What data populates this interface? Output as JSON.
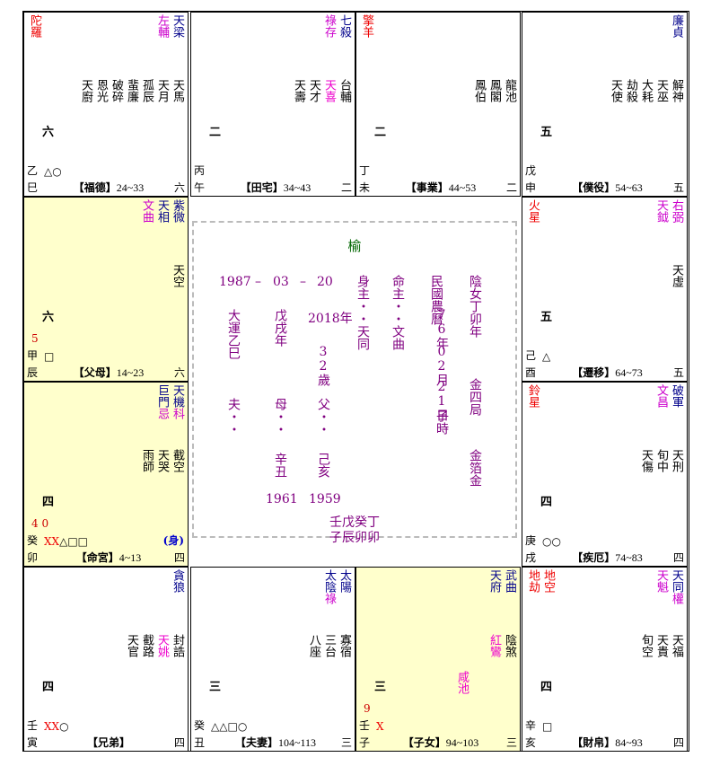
{
  "palaces": {
    "si": {
      "branch": "巳",
      "stem": "乙",
      "name": "【福德】",
      "range": "24~33",
      "count": "六",
      "numcn": "六",
      "symbols": "△○",
      "majors": [
        {
          "t": "天梁",
          "c": "#00008b"
        },
        {
          "t": "左輔",
          "c": "#c0c"
        }
      ],
      "left": [
        {
          "t": "陀羅",
          "c": "#e00"
        }
      ],
      "minors": [
        "天馬",
        "天月",
        "孤辰",
        "蜚廉",
        "破碎",
        "恩光",
        "天廚"
      ]
    },
    "wu": {
      "branch": "午",
      "stem": "丙",
      "name": "【田宅】",
      "range": "34~43",
      "count": "二",
      "numcn": "二",
      "symbols": "",
      "majors": [
        {
          "t": "七殺",
          "c": "#00008b"
        },
        {
          "t": "祿存",
          "c": "#c0c"
        }
      ],
      "left": [],
      "minors": [
        {
          "t": "台輔",
          "c": "#000"
        },
        {
          "t": "天喜",
          "c": "#e0c"
        },
        {
          "t": "天才",
          "c": "#000"
        },
        {
          "t": "天壽",
          "c": "#000"
        }
      ]
    },
    "wei": {
      "branch": "未",
      "stem": "丁",
      "name": "【事業】",
      "range": "44~53",
      "count": "二",
      "numcn": "二",
      "symbols": "",
      "majors": [],
      "left": [
        {
          "t": "擎羊",
          "c": "#e00"
        }
      ],
      "minors": [
        "龍池",
        "鳳閣",
        "鳳伯"
      ]
    },
    "shen": {
      "branch": "申",
      "stem": "戊",
      "name": "【僕役】",
      "range": "54~63",
      "count": "五",
      "numcn": "五",
      "symbols": "",
      "majors": [
        {
          "t": "廉貞",
          "c": "#00008b"
        }
      ],
      "left": [],
      "minors": [
        "解神",
        "天巫",
        "大耗",
        "劫殺",
        "天使"
      ]
    },
    "chen": {
      "branch": "辰",
      "stem": "甲",
      "name": "【父母】",
      "range": "14~23",
      "count": "六",
      "numcn": "六",
      "symbols": "□",
      "yearnum": "5",
      "majors": [
        {
          "t": "紫微",
          "c": "#00008b"
        },
        {
          "t": "天相",
          "c": "#00008b"
        },
        {
          "t": "文曲",
          "c": "#c0c"
        }
      ],
      "left": [],
      "minors": [
        "天空"
      ]
    },
    "you": {
      "branch": "酉",
      "stem": "己",
      "name": "【遷移】",
      "range": "64~73",
      "count": "五",
      "numcn": "五",
      "symbols": "△",
      "majors": [
        {
          "t": "右弼",
          "c": "#c0c"
        },
        {
          "t": "天鉞",
          "c": "#c0c"
        }
      ],
      "left": [
        {
          "t": "火星",
          "c": "#e00"
        }
      ],
      "minors": [
        "天虛"
      ]
    },
    "mao": {
      "branch": "卯",
      "stem": "癸",
      "name": "【命宮】",
      "range": "4~13",
      "count": "四",
      "numcn": "四",
      "symbols": "XX△□□",
      "yearnum": "4 0",
      "bodytag": "(身)",
      "majors": [
        {
          "t": "天機",
          "c": "#00008b",
          "sub": "科"
        },
        {
          "t": "巨門",
          "c": "#00008b",
          "sub": "忌"
        }
      ],
      "left": [],
      "minors": [
        "截空",
        "天哭",
        "雨師"
      ]
    },
    "xu": {
      "branch": "戌",
      "stem": "庚",
      "name": "【疾厄】",
      "range": "74~83",
      "count": "四",
      "numcn": "四",
      "symbols": "○○",
      "majors": [
        {
          "t": "破軍",
          "c": "#00008b"
        },
        {
          "t": "文昌",
          "c": "#c0c"
        }
      ],
      "left": [
        {
          "t": "鈴星",
          "c": "#e00"
        }
      ],
      "minors": [
        "天刑",
        "旬中",
        "天傷"
      ]
    },
    "yin": {
      "branch": "寅",
      "stem": "壬",
      "name": "【兄弟】",
      "range": "",
      "count": "四",
      "numcn": "四",
      "symbols": "XX○",
      "majors": [
        {
          "t": "貪狼",
          "c": "#00008b"
        }
      ],
      "left": [],
      "minors": [
        {
          "t": "封誥",
          "c": "#000"
        },
        {
          "t": "天姚",
          "c": "#e0c"
        },
        {
          "t": "截路",
          "c": "#000"
        },
        {
          "t": "天官",
          "c": "#000"
        }
      ]
    },
    "chou": {
      "branch": "丑",
      "stem": "癸",
      "name": "【夫妻】",
      "range": "104~113",
      "count": "三",
      "numcn": "三",
      "symbols": "△△□○",
      "majors": [
        {
          "t": "太陽",
          "c": "#00008b"
        },
        {
          "t": "太陰",
          "c": "#00008b",
          "sub": "祿"
        }
      ],
      "left": [],
      "minors": [
        "寡宿",
        "三台",
        "八座"
      ]
    },
    "zi": {
      "branch": "子",
      "stem": "壬",
      "name": "【子女】",
      "range": "94~103",
      "count": "三",
      "numcn": "三",
      "symbols": "X",
      "yearnum": "9",
      "majors": [
        {
          "t": "武曲",
          "c": "#00008b"
        },
        {
          "t": "天府",
          "c": "#00008b"
        }
      ],
      "left": [],
      "minors": [
        {
          "t": "陰煞",
          "c": "#000"
        },
        {
          "t": "紅鸞",
          "c": "#e0c"
        }
      ],
      "extra": "咸池"
    },
    "hai": {
      "branch": "亥",
      "stem": "辛",
      "name": "【財帛】",
      "range": "84~93",
      "count": "四",
      "numcn": "四",
      "symbols": "□",
      "majors": [
        {
          "t": "天同",
          "c": "#00008b",
          "sub": "權"
        },
        {
          "t": "天魁",
          "c": "#c0c"
        }
      ],
      "left": [
        {
          "t": "地劫",
          "c": "#e00"
        },
        {
          "t": "地空",
          "c": "#e00"
        }
      ],
      "minors": [
        "天福",
        "天貴",
        "旬空"
      ]
    }
  },
  "center": {
    "title": "榆",
    "date_y": "1987",
    "dash1": "–",
    "date_m": "03",
    "dash2": "–",
    "date_d": "20",
    "shen": "身主・・天同",
    "ming": "命主・・文曲",
    "lunar_head": "民國農曆",
    "lunar_y": "76年",
    "lunar_m": "02月",
    "lunar_d": "21日",
    "lunar_h": "子時",
    "gender": "陰女丁卯年",
    "ju": "金四局",
    "nayin": "金箔金",
    "dayun": "大運乙巳",
    "wuxu": "戊戌年",
    "y2018": "2018年",
    "age": "32歲",
    "fu1": "夫・・",
    "mu": "母・・",
    "fu2": "父・・",
    "mu_gz": "辛丑",
    "fu_gz": "己亥",
    "mu_y": "1961",
    "fu_y": "1959",
    "gz_top": "壬戊癸丁",
    "gz_bot": "子辰卯卯"
  }
}
